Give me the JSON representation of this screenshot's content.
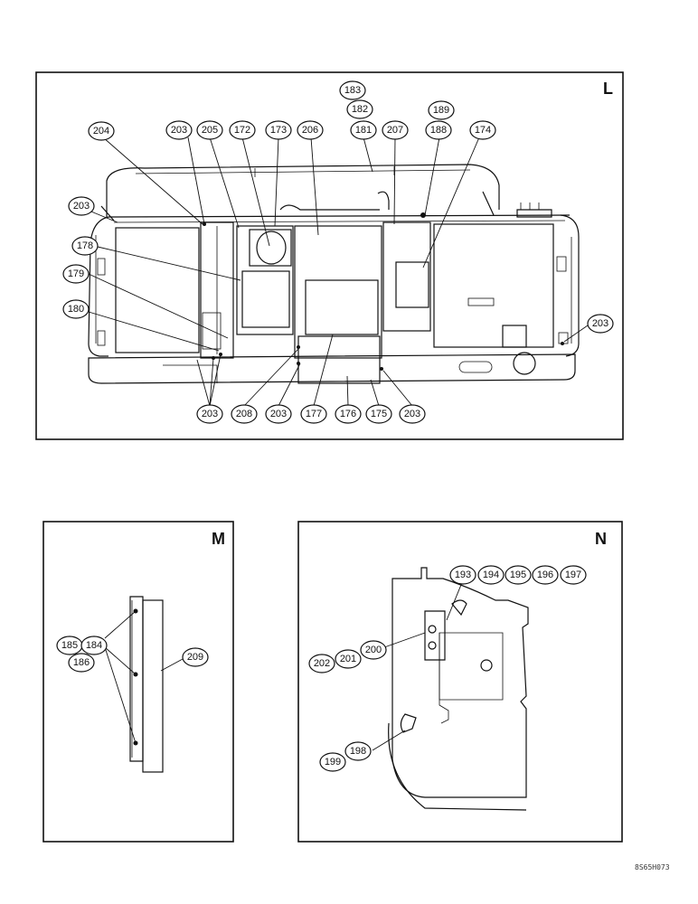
{
  "views": {
    "L": {
      "letter": "L"
    },
    "M": {
      "letter": "M"
    },
    "N": {
      "letter": "N"
    }
  },
  "drawing_code": "8S65H073",
  "callouts_L": [
    {
      "id": "cL183",
      "label": "183"
    },
    {
      "id": "cL182",
      "label": "182"
    },
    {
      "id": "cL189",
      "label": "189"
    },
    {
      "id": "cL204",
      "label": "204"
    },
    {
      "id": "cL203a",
      "label": "203"
    },
    {
      "id": "cL205",
      "label": "205"
    },
    {
      "id": "cL172",
      "label": "172"
    },
    {
      "id": "cL173",
      "label": "173"
    },
    {
      "id": "cL206",
      "label": "206"
    },
    {
      "id": "cL181",
      "label": "181"
    },
    {
      "id": "cL207",
      "label": "207"
    },
    {
      "id": "cL188",
      "label": "188"
    },
    {
      "id": "cL174",
      "label": "174"
    },
    {
      "id": "cL203b",
      "label": "203"
    },
    {
      "id": "cL178",
      "label": "178"
    },
    {
      "id": "cL179",
      "label": "179"
    },
    {
      "id": "cL180",
      "label": "180"
    },
    {
      "id": "cL203c",
      "label": "203"
    },
    {
      "id": "cL203d",
      "label": "203"
    },
    {
      "id": "cL208",
      "label": "208"
    },
    {
      "id": "cL203e",
      "label": "203"
    },
    {
      "id": "cL177",
      "label": "177"
    },
    {
      "id": "cL176",
      "label": "176"
    },
    {
      "id": "cL175",
      "label": "175"
    },
    {
      "id": "cL203f",
      "label": "203"
    }
  ],
  "callouts_M": [
    {
      "id": "cM185",
      "label": "185"
    },
    {
      "id": "cM184",
      "label": "184"
    },
    {
      "id": "cM186",
      "label": "186"
    },
    {
      "id": "cM209",
      "label": "209"
    }
  ],
  "callouts_N": [
    {
      "id": "cN193",
      "label": "193"
    },
    {
      "id": "cN194",
      "label": "194"
    },
    {
      "id": "cN195",
      "label": "195"
    },
    {
      "id": "cN196",
      "label": "196"
    },
    {
      "id": "cN197",
      "label": "197"
    },
    {
      "id": "cN202",
      "label": "202"
    },
    {
      "id": "cN201",
      "label": "201"
    },
    {
      "id": "cN200",
      "label": "200"
    },
    {
      "id": "cN199",
      "label": "199"
    },
    {
      "id": "cN198",
      "label": "198"
    }
  ]
}
